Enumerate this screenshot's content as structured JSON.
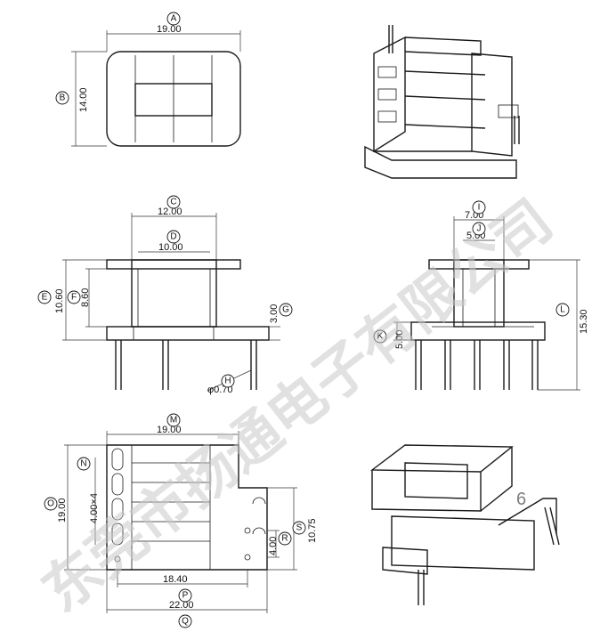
{
  "views": {
    "top": {
      "label_A": "A",
      "dim_A": "19.00",
      "label_B": "B",
      "dim_B": "14.00"
    },
    "front": {
      "label_C": "C",
      "dim_C": "12.00",
      "label_D": "D",
      "dim_D": "10.00",
      "label_E": "E",
      "dim_E": "10.60",
      "label_F": "F",
      "dim_F": "8.60",
      "label_G": "G",
      "dim_G": "3.00",
      "label_H": "H",
      "dim_H": "φ0.70"
    },
    "side": {
      "label_I": "I",
      "dim_I": "7.00",
      "label_J": "J",
      "dim_J": "5.00",
      "label_K": "K",
      "dim_K": "5.00",
      "label_L": "L",
      "dim_L": "15.30"
    },
    "bottom": {
      "label_M": "M",
      "dim_M": "19.00",
      "label_N": "N",
      "label_O": "O",
      "dim_O": "19.00",
      "dim_pitch": "4.00×4",
      "label_P": "P",
      "dim_P": "18.40",
      "label_Q": "Q",
      "dim_Q": "22.00",
      "label_R": "R",
      "dim_R": "4.00",
      "label_S": "S",
      "dim_S": "10.75"
    }
  },
  "watermark": "东莞市扬通电子有限公司",
  "badge": "6"
}
